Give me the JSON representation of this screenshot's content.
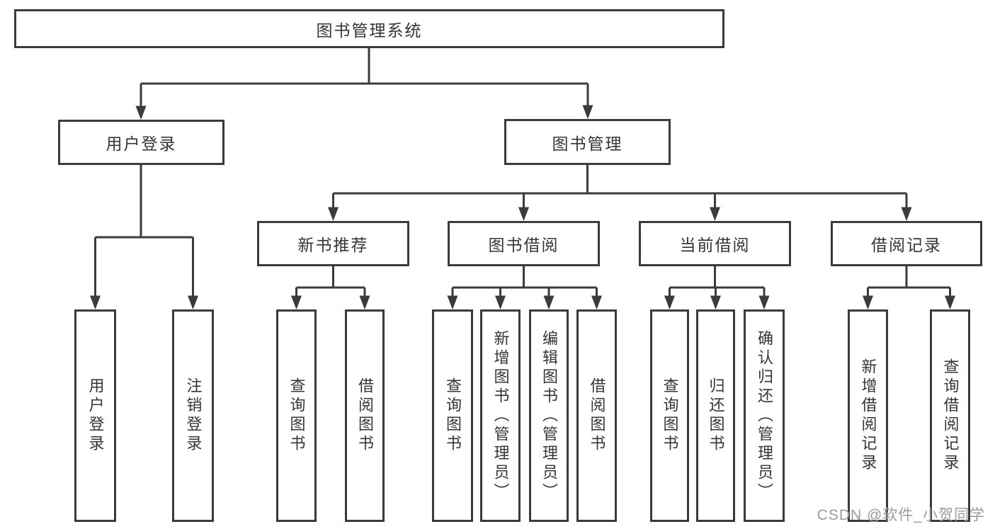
{
  "diagram": {
    "type": "hierarchy-tree",
    "root": {
      "label": "图书管理系统"
    },
    "branches": [
      {
        "label": "用户登录",
        "children": [
          {
            "label": "用户登录"
          },
          {
            "label": "注销登录"
          }
        ]
      },
      {
        "label": "图书管理",
        "children": [
          {
            "label": "新书推荐",
            "children": [
              {
                "label": "查询图书"
              },
              {
                "label": "借阅图书"
              }
            ]
          },
          {
            "label": "图书借阅",
            "children": [
              {
                "label": "查询图书"
              },
              {
                "label": "新增图书（管理员）"
              },
              {
                "label": "编辑图书（管理员）"
              },
              {
                "label": "借阅图书"
              }
            ]
          },
          {
            "label": "当前借阅",
            "children": [
              {
                "label": "查询图书"
              },
              {
                "label": "归还图书"
              },
              {
                "label": "确认归还（管理员）"
              }
            ]
          },
          {
            "label": "借阅记录",
            "children": [
              {
                "label": "新增借阅记录"
              },
              {
                "label": "查询借阅记录"
              }
            ]
          }
        ]
      }
    ],
    "line_color": "#3b3b3b",
    "box_border_color": "#3b3b3b",
    "text_color": "#353535",
    "background_color": "#ffffff"
  },
  "watermark": {
    "text": "CSDN @软件_小贺同学",
    "color": "#9b9b9b"
  }
}
